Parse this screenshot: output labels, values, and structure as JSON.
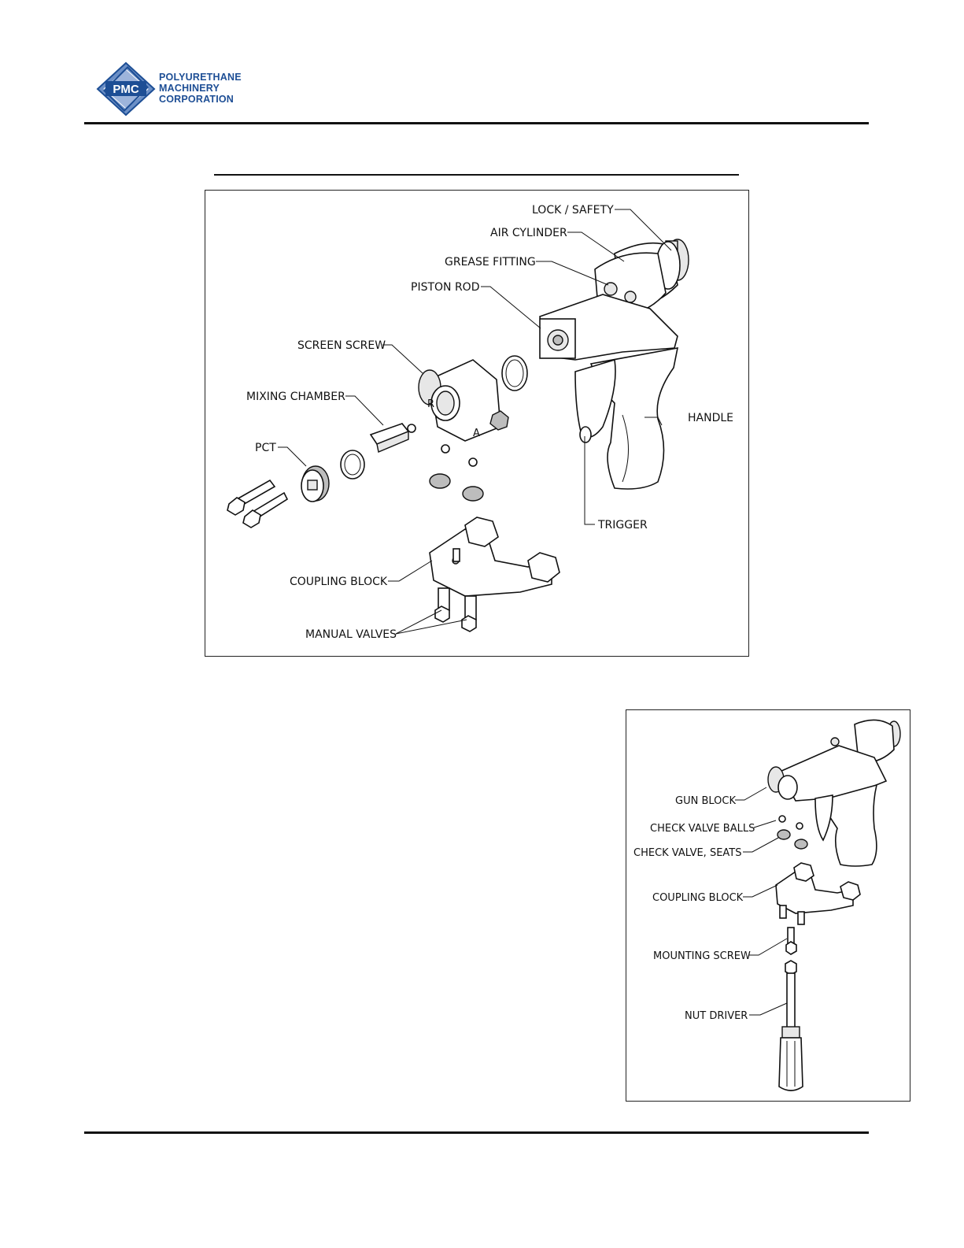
{
  "header": {
    "logo": {
      "initials": "PMC",
      "line1": "POLYURETHANE",
      "line2": "MACHINERY",
      "line3": "CORPORATION",
      "brand_color": "#1d4e95",
      "accent_color": "#6b8fc6"
    }
  },
  "figure_main": {
    "labels": {
      "lock_safety": "LOCK / SAFETY",
      "air_cylinder": "AIR CYLINDER",
      "grease_fitting": "GREASE FITTING",
      "piston_rod": "PISTON ROD",
      "screen_screw": "SCREEN SCREW",
      "mixing_chamber": "MIXING CHAMBER",
      "pct": "PCT",
      "handle": "HANDLE",
      "trigger": "TRIGGER",
      "coupling_block": "COUPLING BLOCK",
      "manual_valves": "MANUAL VALVES"
    },
    "block_letters": {
      "r": "R",
      "a": "A"
    }
  },
  "figure_side": {
    "labels": {
      "gun_block": "GUN BLOCK",
      "check_valve_balls": "CHECK VALVE BALLS",
      "check_valve_seats": "CHECK VALVE, SEATS",
      "coupling_block": "COUPLING BLOCK",
      "mounting_screw": "MOUNTING SCREW",
      "nut_driver": "NUT DRIVER"
    }
  }
}
